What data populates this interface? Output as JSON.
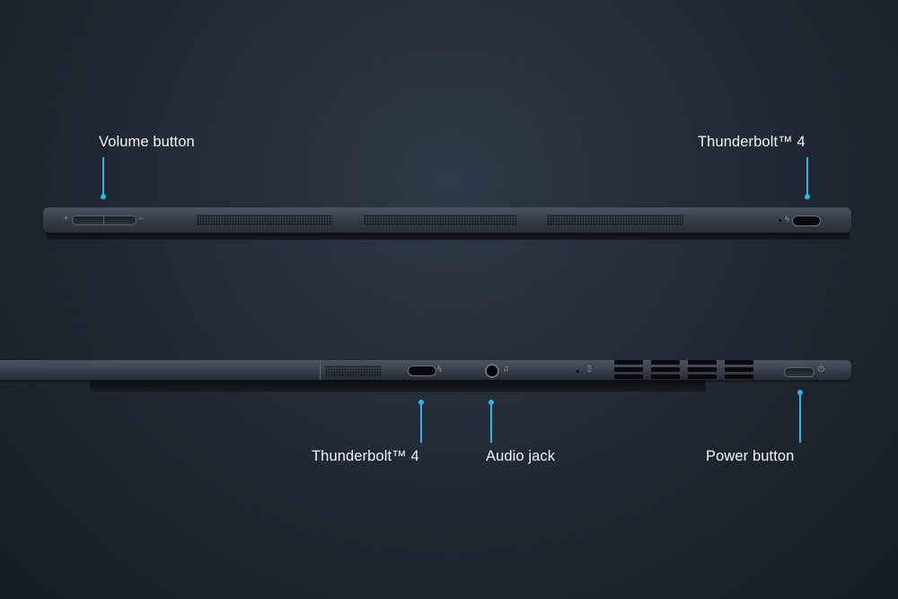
{
  "labels": {
    "volume_button": "Volume button",
    "thunderbolt_top": "Thunderbolt™ 4",
    "thunderbolt_bottom": "Thunderbolt™ 4",
    "audio_jack": "Audio jack",
    "power_button": "Power button"
  },
  "glyphs": {
    "plus": "+",
    "minus": "−",
    "bolt": "ϟ",
    "headphone": "♫",
    "power": "⏻"
  },
  "colors": {
    "accent": "#2fb3e8",
    "background": "#222b35",
    "label_text": "#f2f4f6"
  }
}
